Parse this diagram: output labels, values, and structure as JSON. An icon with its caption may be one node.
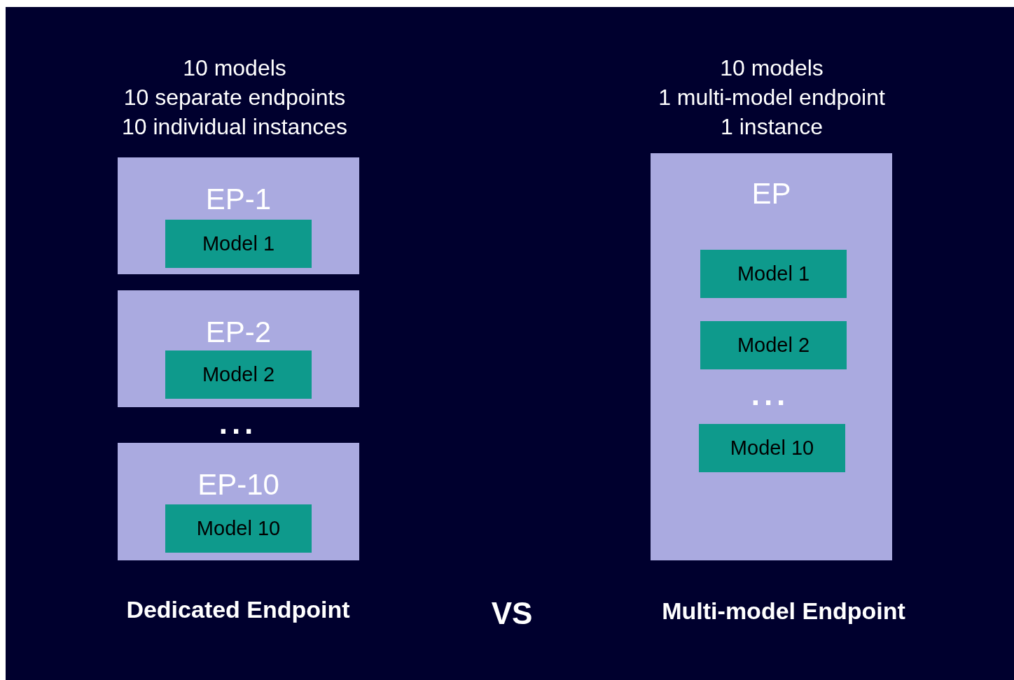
{
  "diagram": {
    "nodes": [
      {
        "text": [
          "EP-1"
        ]
      },
      {
        "text": [
          "Model 1"
        ],
        "in": 0
      },
      {
        "text": [
          "EP-2"
        ]
      },
      {
        "text": [
          "Model 2"
        ],
        "in": 2
      },
      {
        "text": [
          "EP-10"
        ]
      },
      {
        "text": [
          "Model 10"
        ],
        "in": 4
      },
      {
        "text": [
          "EP"
        ]
      },
      {
        "text": [
          "Model 1"
        ],
        "in": 6
      },
      {
        "text": [
          "Model 2"
        ],
        "in": 6
      },
      {
        "text": [
          "Model 10"
        ],
        "in": 6
      }
    ],
    "edges": [],
    "labels": [
      "10 models",
      "10 separate endpoints",
      "10 individual instances",
      "10 models",
      "1 multi-model endpoint",
      "1 instance",
      "...",
      "...",
      "Dedicated Endpoint",
      "VS",
      "Multi-model Endpoint"
    ]
  }
}
